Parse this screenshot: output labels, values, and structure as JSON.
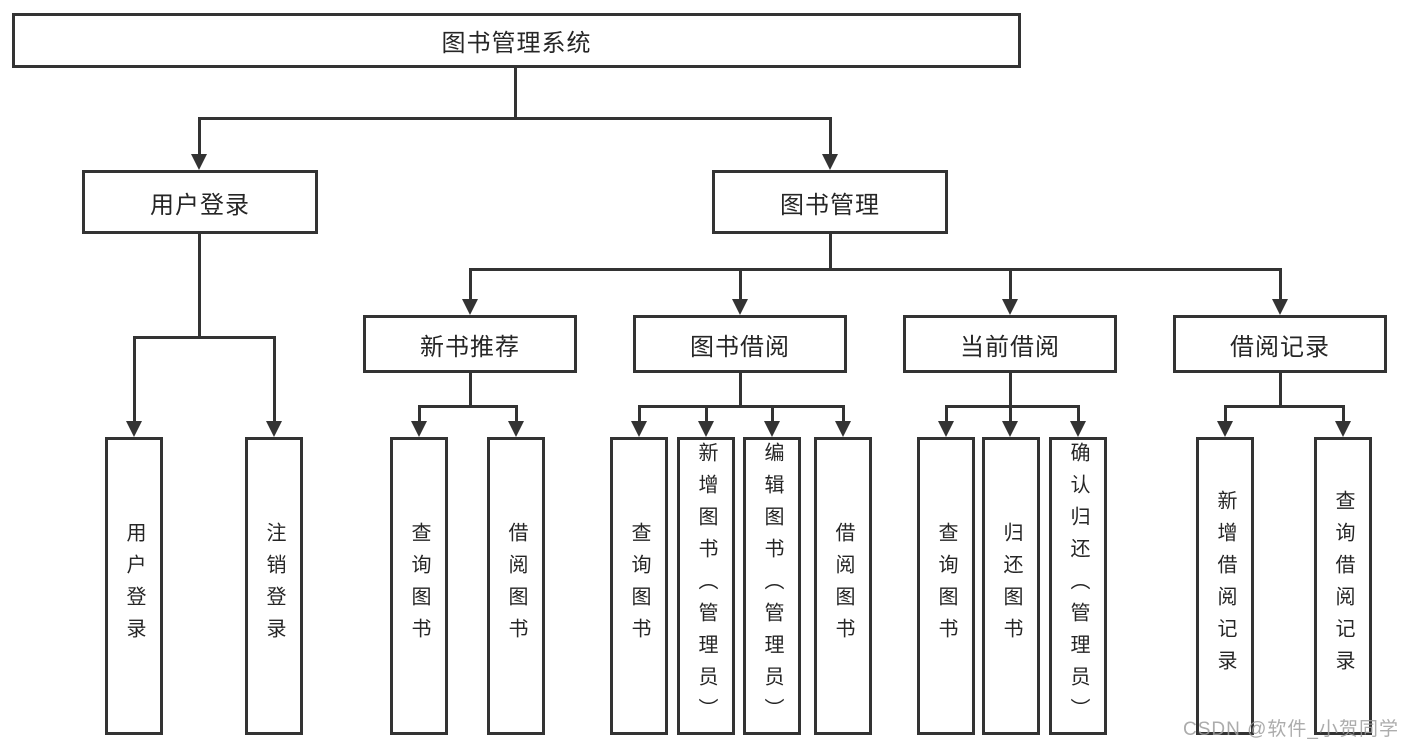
{
  "colors": {
    "line": "#333333",
    "box_border": "#333333",
    "box_fill": "#ffffff",
    "text": "#262626",
    "watermark": "#9e9e9e",
    "background": "#ffffff"
  },
  "watermark": {
    "text": "CSDN @软件_小贺同学"
  },
  "tree": {
    "label": "图书管理系统",
    "children": [
      {
        "label": "用户登录",
        "children": [
          {
            "label": "用户登录"
          },
          {
            "label": "注销登录"
          }
        ]
      },
      {
        "label": "图书管理",
        "children": [
          {
            "label": "新书推荐",
            "children": [
              {
                "label": "查询图书"
              },
              {
                "label": "借阅图书"
              }
            ]
          },
          {
            "label": "图书借阅",
            "children": [
              {
                "label": "查询图书"
              },
              {
                "label": "新增图书（管理员）"
              },
              {
                "label": "编辑图书（管理员）"
              },
              {
                "label": "借阅图书"
              }
            ]
          },
          {
            "label": "当前借阅",
            "children": [
              {
                "label": "查询图书"
              },
              {
                "label": "归还图书"
              },
              {
                "label": "确认归还（管理员）"
              }
            ]
          },
          {
            "label": "借阅记录",
            "children": [
              {
                "label": "新增借阅记录"
              },
              {
                "label": "查询借阅记录"
              }
            ]
          }
        ]
      }
    ]
  }
}
